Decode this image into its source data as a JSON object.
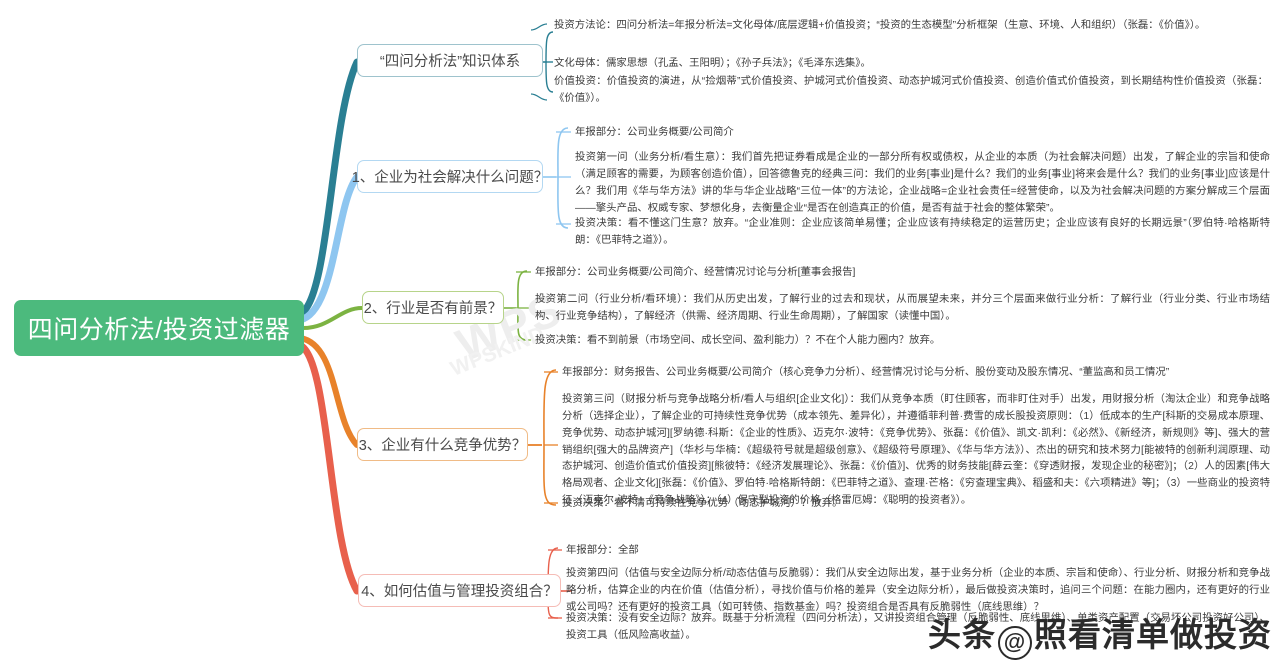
{
  "central": {
    "label": "四问分析法/投资过滤器",
    "color": "#4cba7d"
  },
  "watermarks": {
    "wps_big": "WPS",
    "wps_small": "WPSKIND",
    "toutiao_prefix": "头条",
    "toutiao_at": "@",
    "toutiao_name": "照看清单做投资"
  },
  "branches": [
    {
      "id": "branch-knowledge-system",
      "label": "“四问分析法”知识体系",
      "color": "#2a7f93",
      "leaves": [
        {
          "id": "leaf-methodology",
          "text": "投资方法论：四问分析法=年报分析法=文化母体/底层逻辑+价值投资；“投资的生态模型”分析框架（生意、环境、人和组织）（张磊：《价值》）。"
        },
        {
          "id": "leaf-culture-matrix",
          "text": "文化母体：儒家思想（孔孟、王阳明）；《孙子兵法》；《毛泽东选集》。"
        },
        {
          "id": "leaf-value-investing",
          "text": "价值投资：价值投资的演进，从“捡烟蒂”式价值投资、护城河式价值投资、动态护城河式价值投资、创造价值式价值投资，到长期结构性价值投资（张磊：《价值》）。"
        }
      ]
    },
    {
      "id": "branch-question-1",
      "label": "1、企业为社会解决什么问题？",
      "color": "#8ec6f0",
      "leaves": [
        {
          "id": "leaf-q1-annual-report",
          "text": "年报部分：公司业务概要/公司简介"
        },
        {
          "id": "leaf-q1-question",
          "text": "投资第一问（业务分析/看生意）：我们首先把证券看成是企业的一部分所有权或债权，从企业的本质（为社会解决问题）出发，了解企业的宗旨和使命（满足顾客的需要，为顾客创造价值），回答德鲁克的经典三问：我们的业务[事业]是什么？我们的业务[事业]将来会是什么？我们的业务[事业]应该是什么？我们用《华与华方法》讲的华与华企业战略“三位一体”的方法论，企业战略=企业社会责任=经营使命，以及为社会解决问题的方案分解成三个层面——擎头产品、权威专家、梦想化身，去衡量企业“是否在创造真正的价值，是否有益于社会的整体繁荣”。"
        },
        {
          "id": "leaf-q1-decision",
          "text": "投资决策：看不懂这门生意？放弃。“企业准则：企业应该简单易懂；企业应该有持续稳定的运营历史；企业应该有良好的长期远景”（罗伯特·哈格斯特朗：《巴菲特之道》）。"
        }
      ]
    },
    {
      "id": "branch-question-2",
      "label": "2、行业是否有前景？",
      "color": "#7cb342",
      "leaves": [
        {
          "id": "leaf-q2-annual-report",
          "text": "年报部分：公司业务概要/公司简介、经营情况讨论与分析[董事会报告]"
        },
        {
          "id": "leaf-q2-question",
          "text": "投资第二问（行业分析/看环境）：我们从历史出发，了解行业的过去和现状，从而展望未来，并分三个层面来做行业分析：了解行业（行业分类、行业市场结构、行业竞争结构），了解经济（供需、经济周期、行业生命周期），了解国家（读懂中国）。"
        },
        {
          "id": "leaf-q2-decision",
          "text": "投资决策：看不到前景（市场空间、成长空间、盈利能力）？不在个人能力圈内？放弃。"
        }
      ]
    },
    {
      "id": "branch-question-3",
      "label": "3、企业有什么竞争优势？",
      "color": "#e8822a",
      "leaves": [
        {
          "id": "leaf-q3-annual-report",
          "text": "年报部分：财务报告、公司业务概要/公司简介（核心竞争力分析）、经营情况讨论与分析、股份变动及股东情况、“董监高和员工情况”"
        },
        {
          "id": "leaf-q3-question",
          "text": "投资第三问（财报分析与竞争战略分析/看人与组织[企业文化]）：我们从竞争本质（盯住顾客，而非盯住对手）出发，用财报分析（淘汰企业）和竞争战略分析（选择企业），了解企业的可持续性竞争优势（成本领先、差异化），并遵循菲利普·费雪的成长股投资原则：（1）低成本的生产[科斯的交易成本原理、竞争优势、动态护城河][罗纳德·科斯：《企业的性质》、迈克尔·波特：《竞争优势》、张磊：《价值》、凯文·凯利：《必然》、《新经济，新规则》等]、强大的营销组织[强大的品牌资产]（华杉与华楠：《超级符号就是超级创意》、《超级符号原理》、《华与华方法》）、杰出的研究和技术努力[能被特的创新利润原理、动态护城河、创造价值式价值投资][熊彼特：《经济发展理论》、张磊：《价值》]、优秀的财务技能[薛云奎：《穿透财报，发现企业的秘密》]；（2）人的因素[伟大格局观者、企业文化][张磊：《价值》、罗伯特·哈格斯特朗：《巴菲特之道》、查理·芒格：《穷查理宝典》、稻盛和夫：《六项精进》等]；（3）一些商业的投资特征（迈克尔·波特：《竞争战略》）；（4）保守型投资的价格（格雷厄姆：《聪明的投资者》）。"
        },
        {
          "id": "leaf-q3-decision",
          "text": "投资决策：看不清可持续性竞争优势（动态护城河）？放弃。"
        }
      ]
    },
    {
      "id": "branch-question-4",
      "label": "4、如何估值与管理投资组合？",
      "color": "#e8604c",
      "leaves": [
        {
          "id": "leaf-q4-annual-report",
          "text": "年报部分：全部"
        },
        {
          "id": "leaf-q4-question",
          "text": "投资第四问（估值与安全边际分析/动态估值与反脆弱）：我们从安全边际出发，基于业务分析（企业的本质、宗旨和使命）、行业分析、财报分析和竞争战略分析，估算企业的内在价值（估值分析），寻找价值与价格的差异（安全边际分析），最后做投资决策时，追问三个问题：在能力圈内，还有更好的行业或公司吗？还有更好的投资工具（如可转债、指数基金）吗？投资组合是否具有反脆弱性（底线思维）？"
        },
        {
          "id": "leaf-q4-decision",
          "text": "投资决策：没有安全边际？放弃。既基于分析流程（四问分析法），又讲投资组合管理（反脆弱性、底线思维）、单类资产配置（交易坏公司投资好公司）、投资工具（低风险高收益）。"
        }
      ]
    }
  ]
}
